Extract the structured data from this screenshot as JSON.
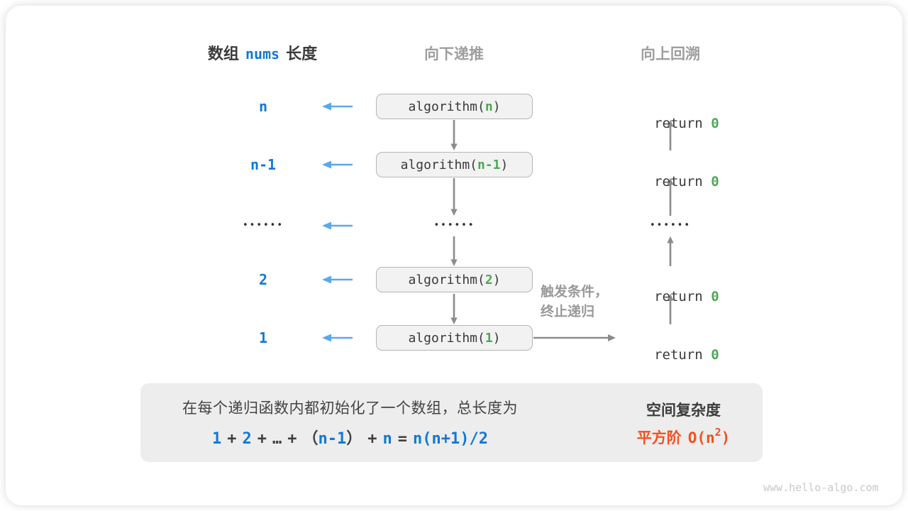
{
  "colors": {
    "blue": "#1278d5",
    "light_blue_arrow": "#5ba8ea",
    "green": "#4ea653",
    "orange": "#f4511e",
    "gray_arrow": "#8c8c8c",
    "box_background": "#f2f2f2",
    "panel_background": "#ededed"
  },
  "headers": {
    "left_prefix": "数组",
    "left_code": "nums",
    "left_suffix": "长度",
    "middle": "向下递推",
    "right": "向上回溯"
  },
  "ellipsis": "••••••",
  "rows": [
    {
      "label": "n",
      "call_open": "algorithm(",
      "param": "n",
      "call_close": ")",
      "ret_keyword": "return ",
      "ret_value": "0"
    },
    {
      "label": "n-1",
      "call_open": "algorithm(",
      "param": "n-1",
      "call_close": ")",
      "ret_keyword": "return ",
      "ret_value": "0"
    },
    {
      "label": "2",
      "call_open": "algorithm(",
      "param": "2",
      "call_close": ")",
      "ret_keyword": "return ",
      "ret_value": "0"
    },
    {
      "label": "1",
      "call_open": "algorithm(",
      "param": "1",
      "call_close": ")",
      "ret_keyword": "return ",
      "ret_value": "0"
    }
  ],
  "annotation": {
    "line1": "触发条件，",
    "line2": "终止递归"
  },
  "summary": {
    "description": "在每个递归函数内都初始化了一个数组，总长度为",
    "equation": {
      "t1": "1",
      "p1": "+",
      "t2": "2",
      "p2": "+",
      "dots": "…",
      "p3": "+",
      "open": "（",
      "nm1": "n-1",
      "close": "）",
      "p4": "+",
      "n": "n",
      "eq": "=",
      "rhs": "n(n+1)/2"
    },
    "result_title": "空间复杂度",
    "result_order": "平方阶",
    "big_o_open": "O(n",
    "big_o_sup": "2",
    "big_o_close": ")"
  },
  "watermark": "www.hello-algo.com"
}
